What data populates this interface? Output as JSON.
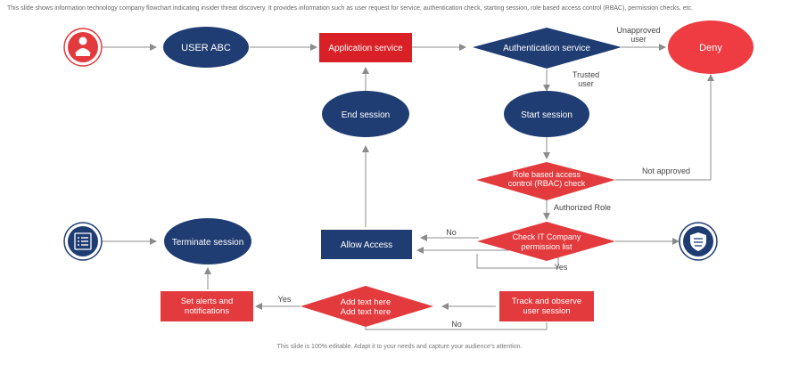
{
  "slide": {
    "description": "This slide shows information technology company flowchart indicating insider threat discovery. It provides information such as user request for service, authentication check, starting session, role based access control (RBAC), permission checks, etc.",
    "footer": "This slide is 100% editable. Adapt it to your needs and capture your audience's attention."
  },
  "colors": {
    "navy": "#1f3d73",
    "red": "#e23a3d",
    "darkred": "#d82026",
    "deny": "#ee3c42",
    "arrow": "#8c8c8c"
  },
  "icons": {
    "user": "user-icon",
    "checklist": "checklist-icon",
    "shield": "shield-icon"
  },
  "nodes": {
    "user": "USER ABC",
    "app": "Application service",
    "auth": "Authentication service",
    "deny": "Deny",
    "end": "End session",
    "start": "Start session",
    "rbac_1": "Role based access",
    "rbac_2": "control (RBAC) check",
    "allow": "Allow Access",
    "check_1": "Check IT Company",
    "check_2": "permission list",
    "terminate": "Terminate session",
    "alerts_1": "Set alerts and",
    "alerts_2": "notifications",
    "add_1": "Add text here",
    "add_2": "Add text here",
    "track_1": "Track and observe",
    "track_2": "user session"
  },
  "labels": {
    "unapproved_1": "Unapproved",
    "unapproved_2": "user",
    "trusted_1": "Trusted",
    "trusted_2": "user",
    "not_approved": "Not approved",
    "authorized": "Authorized Role",
    "no_1": "No",
    "yes_1": "Yes",
    "yes_2": "Yes",
    "no_2": "No"
  }
}
